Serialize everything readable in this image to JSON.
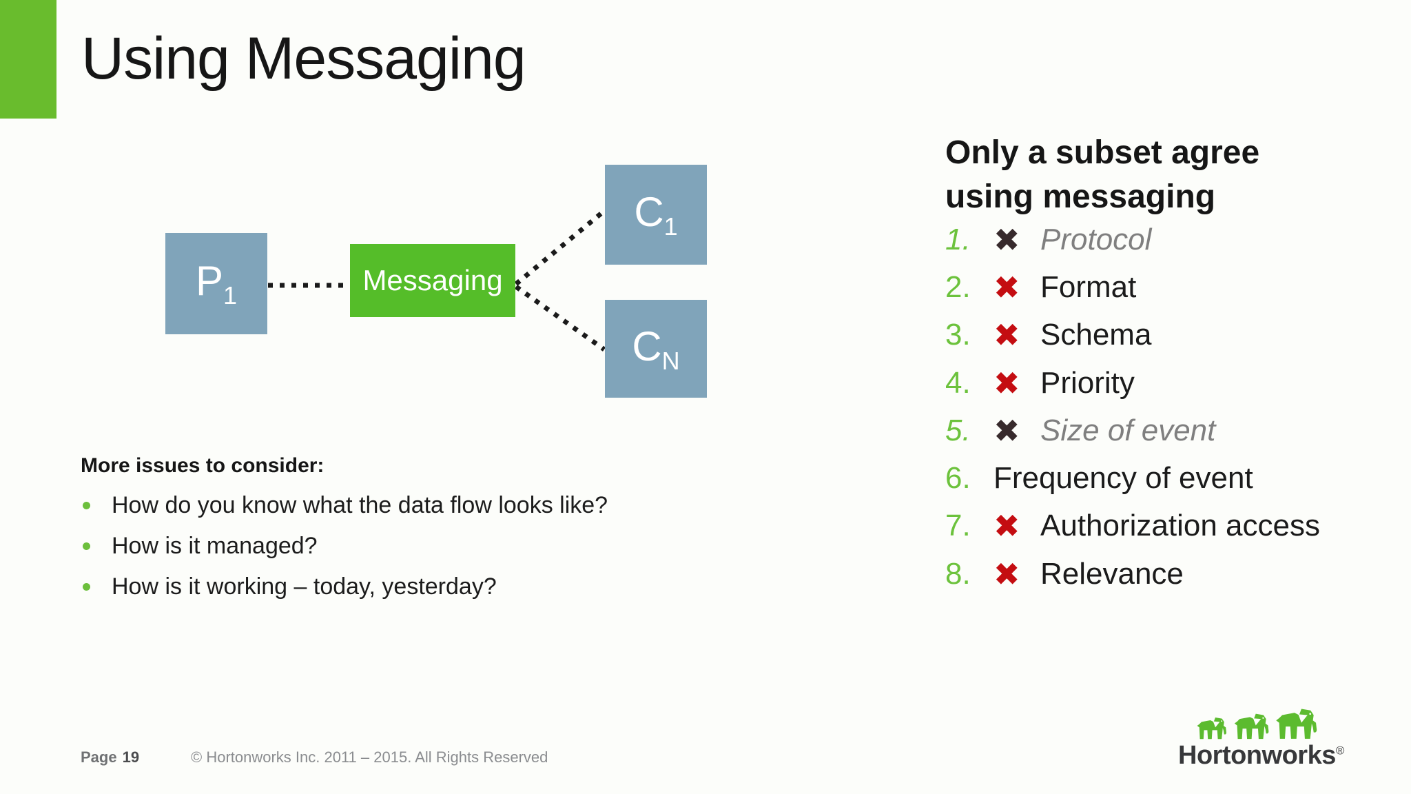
{
  "slide": {
    "title": "Using Messaging"
  },
  "colors": {
    "accent_green": "#69bc2d",
    "hub_green": "#55bd29",
    "node_blue": "#80a4ba",
    "list_number_green": "#6cc23c",
    "bullet_green": "#6cbf3c",
    "x_red": "#c40d11",
    "x_muted_dark": "#372a2c",
    "muted_text_gray": "#7f7f7f",
    "logo_green": "#5cbb2f"
  },
  "diagram": {
    "producer": {
      "base": "P",
      "sub": "1"
    },
    "hub": {
      "label": "Messaging"
    },
    "consumer1": {
      "base": "C",
      "sub": "1"
    },
    "consumerN": {
      "base": "C",
      "sub": "N"
    }
  },
  "issues": {
    "heading": "More issues to consider:",
    "bullets": [
      "How do you know what the data flow looks like?",
      "How is it managed?",
      "How is it working – today, yesterday?"
    ]
  },
  "agreement": {
    "heading_line1": "Only a subset agree",
    "heading_line2": "using messaging",
    "x_glyph": "✖",
    "items": [
      {
        "num": "1.",
        "label": "Protocol",
        "has_x": true,
        "muted": true
      },
      {
        "num": "2.",
        "label": "Format",
        "has_x": true,
        "muted": false
      },
      {
        "num": "3.",
        "label": "Schema",
        "has_x": true,
        "muted": false
      },
      {
        "num": "4.",
        "label": "Priority",
        "has_x": true,
        "muted": false
      },
      {
        "num": "5.",
        "label": "Size of event",
        "has_x": true,
        "muted": true
      },
      {
        "num": "6.",
        "label": "Frequency of event",
        "has_x": false,
        "muted": false
      },
      {
        "num": "7.",
        "label": "Authorization access",
        "has_x": true,
        "muted": false
      },
      {
        "num": "8.",
        "label": "Relevance",
        "has_x": true,
        "muted": false
      }
    ]
  },
  "footer": {
    "page_label": "Page",
    "page_number": "19",
    "copyright": "© Hortonworks Inc. 2011 – 2015. All Rights Reserved"
  },
  "logo": {
    "brand": "Hortonworks",
    "registered": "®"
  }
}
